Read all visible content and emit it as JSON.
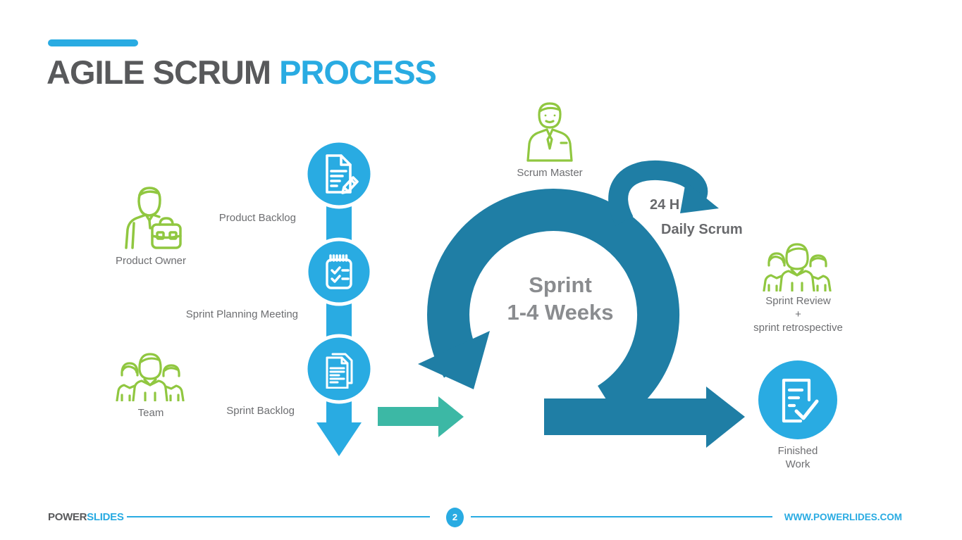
{
  "slide": {
    "title": {
      "part1": "AGILE SCRUM ",
      "part2": "PROCESS"
    },
    "left_flow": {
      "product_owner": "Product Owner",
      "team": "Team",
      "steps": [
        "Product Backlog",
        "Sprint Planning Meeting",
        "Sprint Backlog"
      ]
    },
    "loop": {
      "scrum_master": "Scrum Master",
      "duration": "24 H",
      "daily_scrum": "Daily Scrum",
      "sprint_line1": "Sprint",
      "sprint_line2": "1-4 Weeks"
    },
    "right_flow": {
      "review_line1": "Sprint Review",
      "review_line2": "+",
      "review_line3": "sprint retrospective",
      "finished_line1": "Finished",
      "finished_line2": "Work"
    },
    "footer": {
      "brand_part1": "POWER",
      "brand_part2": "SLIDES",
      "page_number": "2",
      "website": "WWW.POWERLIDES.COM"
    },
    "icons": {
      "product_owner": "person-briefcase-icon",
      "team": "team-icon",
      "scrum_master": "person-tie-icon",
      "sprint_review": "group-icon",
      "step_product_backlog": "document-pencil-icon",
      "step_sprint_planning": "checklist-icon",
      "step_sprint_backlog": "documents-icon",
      "finished_work": "checked-document-icon"
    },
    "colors": {
      "accent_blue": "#29ABE2",
      "loop_blue": "#1F7EA5",
      "teal": "#3CB8A5",
      "green": "#90C740",
      "title_gray": "#58595B",
      "label_gray": "#6D6E71",
      "sprint_gray": "#8A8C8F"
    }
  }
}
